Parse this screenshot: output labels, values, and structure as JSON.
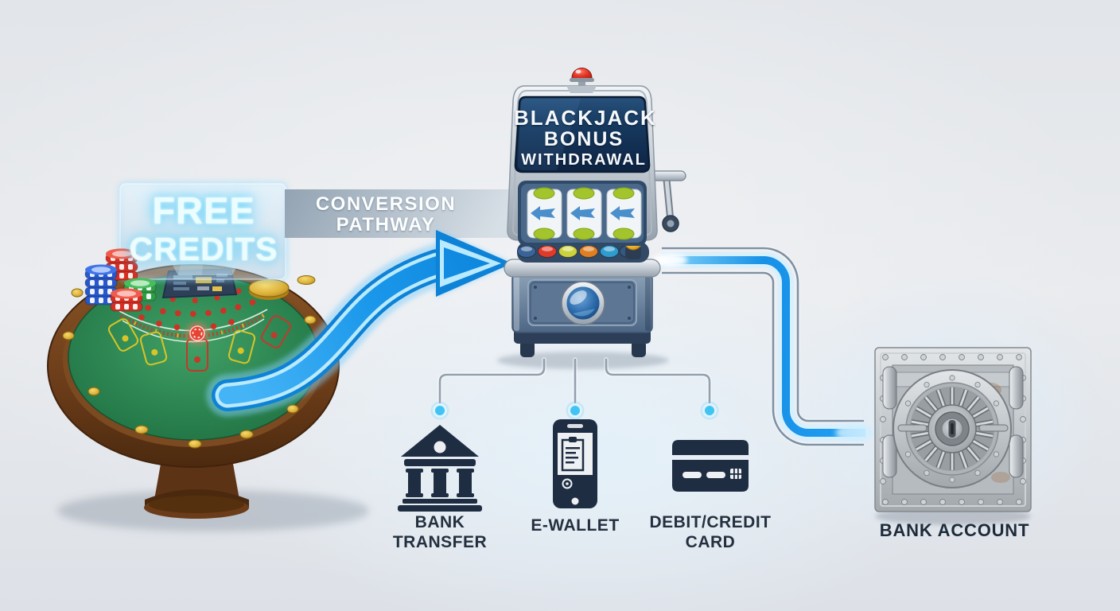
{
  "scene": {
    "hologram": {
      "line1": "FREE",
      "line2": "CREDITS"
    },
    "banner": {
      "line1": "CONVERSION",
      "line2": "PATHWAY"
    },
    "slot_machine": {
      "screen_line1": "BLACKJACK",
      "screen_line2": "BONUS",
      "screen_line3": "WITHDRAWAL"
    },
    "payment_methods": [
      {
        "icon": "bank-icon",
        "line1": "BANK",
        "line2": "TRANSFER"
      },
      {
        "icon": "ewallet-phone-icon",
        "line1": "E-WALLET",
        "line2": ""
      },
      {
        "icon": "credit-card-icon",
        "line1": "DEBIT/CREDIT",
        "line2": "CARD"
      }
    ],
    "vault": {
      "icon": "vault-icon",
      "label": "BANK ACCOUNT"
    },
    "colors": {
      "accent_blue": "#1e9bef",
      "glow_cyan": "#7fdcff",
      "icon_navy": "#1f2d42",
      "label_navy": "#24303f",
      "felt_green": "#2e8a53",
      "wood_brown": "#6b3f1d",
      "chrome_silver": "#c6ced6",
      "line_gray": "#7e91a4"
    }
  }
}
